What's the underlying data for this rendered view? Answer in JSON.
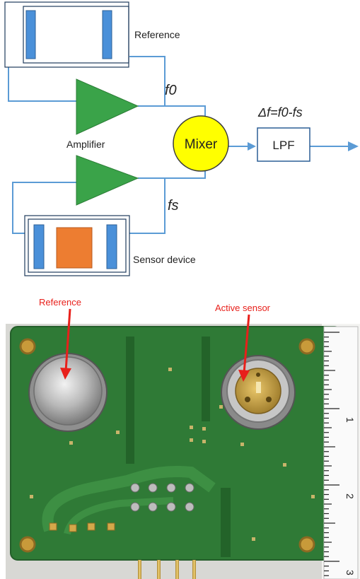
{
  "diagram": {
    "reference_label": "Reference",
    "amplifier_label": "Amplifier",
    "mixer_label": "Mixer",
    "lpf_label": "LPF",
    "sensor_device_label": "Sensor device",
    "f0_label": "f0",
    "fs_label": "fs",
    "delta_f_label": "Δf=f0-fs",
    "colors": {
      "wire": "#5b9bd5",
      "electrode": "#4a90d9",
      "amplifier": "#3aa349",
      "mixer": "#ffff00",
      "sensor_film": "#ed7d31"
    }
  },
  "photo": {
    "reference_caption": "Reference",
    "active_sensor_caption": "Active sensor",
    "ruler_marks": [
      "1",
      "2",
      "3"
    ],
    "colors": {
      "board": "#2f7a36",
      "caption": "#e8201b"
    }
  }
}
